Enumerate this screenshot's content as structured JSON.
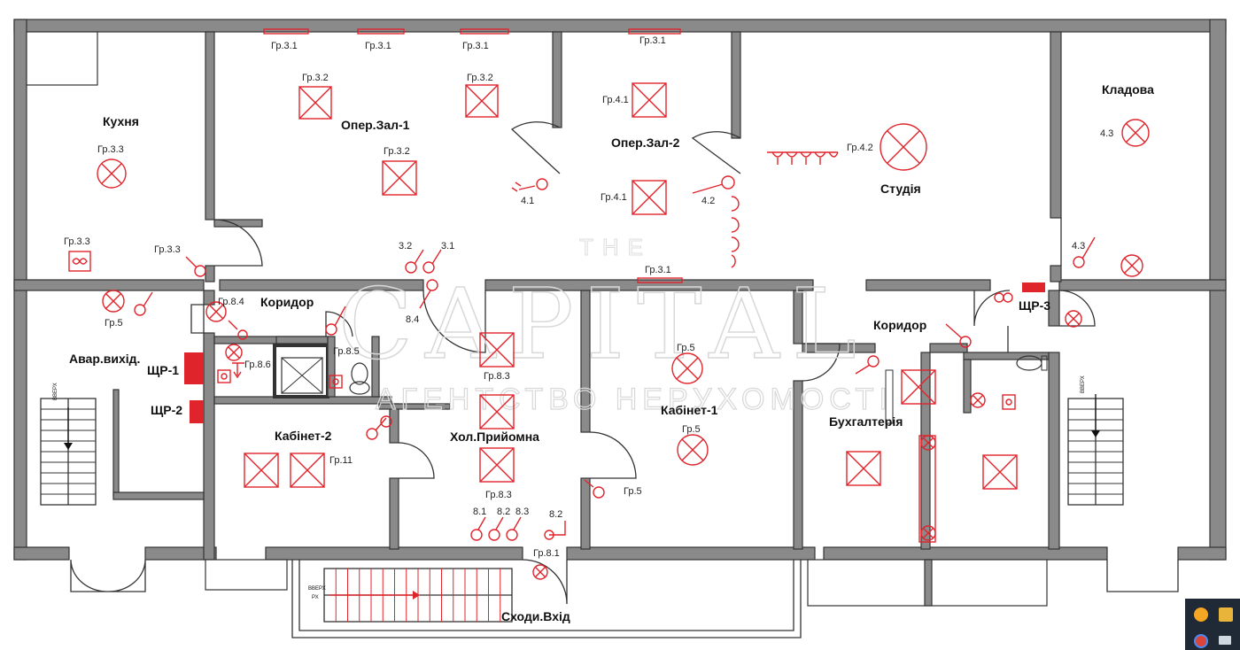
{
  "rooms": {
    "kitchen": "Кухня",
    "oper_hall_1": "Опер.Зал-1",
    "oper_hall_2": "Опер.Зал-2",
    "studio": "Студія",
    "storage": "Кладова",
    "corridor_left": "Коридор",
    "corridor_right": "Коридор",
    "emergency_exit": "Авар.вихід.",
    "office_2": "Кабінет-2",
    "reception_hall": "Хол.Прийомна",
    "office_1": "Кабінет-1",
    "accounting": "Бухгалтерія",
    "entrance_stairs": "Сходи.Вхід"
  },
  "panels": {
    "shr1": "ЩР-1",
    "shr2": "ЩР-2",
    "shr3": "ЩР-3"
  },
  "labels": {
    "gr31_a": "Гр.3.1",
    "gr31_b": "Гр.3.1",
    "gr31_c": "Гр.3.1",
    "gr31_d": "Гр.3.1",
    "gr31_e": "Гр.3.1",
    "gr32_a": "Гр.3.2",
    "gr32_b": "Гр.3.2",
    "gr32_c": "Гр.3.2",
    "gr33_a": "Гр.3.3",
    "gr33_b": "Гр.3.3",
    "gr33_c": "Гр.3.3",
    "gr41_a": "Гр.4.1",
    "gr41_b": "Гр.4.1",
    "gr42": "Гр.4.2",
    "sw41": "4.1",
    "sw42": "4.2",
    "sw43_a": "4.3",
    "sw43_b": "4.3",
    "sw32": "3.2",
    "sw31": "3.1",
    "sw84": "8.4",
    "gr5_a": "Гр.5",
    "gr5_b": "Гр.5",
    "gr5_c": "Гр.5",
    "gr5_d": "Гр.5",
    "gr84": "Гр.8.4",
    "gr85": "Гр.8.5",
    "gr86": "Гр.8.6",
    "gr83_a": "Гр.8.3",
    "gr83_b": "Гр.8.3",
    "gr11": "Гр.11",
    "sw81": "8.1",
    "sw82": "8.2",
    "sw83": "8.3",
    "sw82b": "8.2",
    "gr81": "Гр.8.1",
    "stair_up_left": "ВВЕРХ",
    "stair_up_right": "ВВЕРХ",
    "stair_up_bottom": "ВВЕРХ"
  },
  "watermark": {
    "line1": "THE",
    "line2": "CAPITAL",
    "line3": "АГЕНТСТВО НЕРУХОМОСТІ"
  },
  "colors": {
    "wall": "#8a8a8a",
    "wiring": "#e0242c",
    "panel": "#e0242c"
  },
  "taskbar_icons": [
    "orange-circle-icon",
    "folder-icon",
    "chrome-icon",
    "monitor-icon"
  ]
}
